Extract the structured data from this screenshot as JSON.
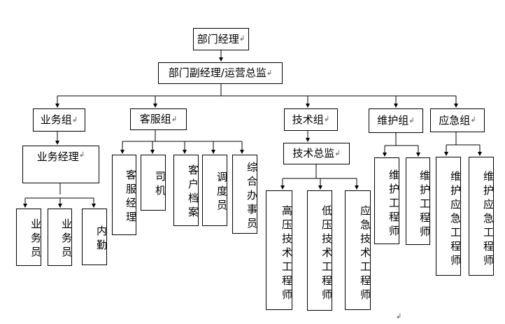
{
  "nodes": {
    "manager": "部门经理",
    "deputy": "部门副经理/运营总监",
    "biz": "业务组",
    "biz_mgr": "业务经理",
    "biz_staff1": "业务员",
    "biz_staff2": "业务员",
    "biz_internal": "内勤",
    "cs": "客服组",
    "cs_mgr": "客服经理",
    "driver": "司机",
    "archive": "客户档案",
    "dispatcher": "调度员",
    "admin": "综合办事员",
    "tech": "技术组",
    "tech_chief": "技术总监",
    "hv_eng": "高压技术工程师",
    "lv_eng": "低压技术工程师",
    "em_eng": "应急技术工程师",
    "maint": "维护组",
    "maint_eng1": "维护工程师",
    "maint_eng2": "维护工程师",
    "emerg": "应急组",
    "emerg_eng1": "维护应急工程师",
    "emerg_eng2": "维护应急工程师"
  },
  "paragraph_mark": "↲"
}
